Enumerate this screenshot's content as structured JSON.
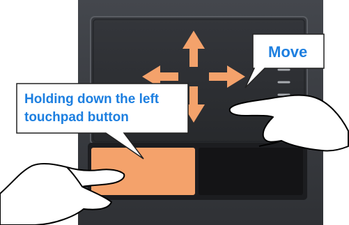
{
  "callouts": {
    "move": "Move",
    "hold_line1": "Holding down the left",
    "hold_line2": "touchpad button"
  },
  "colors": {
    "laptop_body": "#3a3d42",
    "touchpad_surface": "#2c2e32",
    "arrow": "#f4a26b",
    "left_button": "#f4a26b",
    "right_button": "#141416",
    "callout_text": "#1d7fe0"
  },
  "icons": [
    "arrow-up-icon",
    "arrow-down-icon",
    "arrow-left-icon",
    "arrow-right-icon",
    "scroll-ticks-icon",
    "pointing-hand-icon"
  ]
}
